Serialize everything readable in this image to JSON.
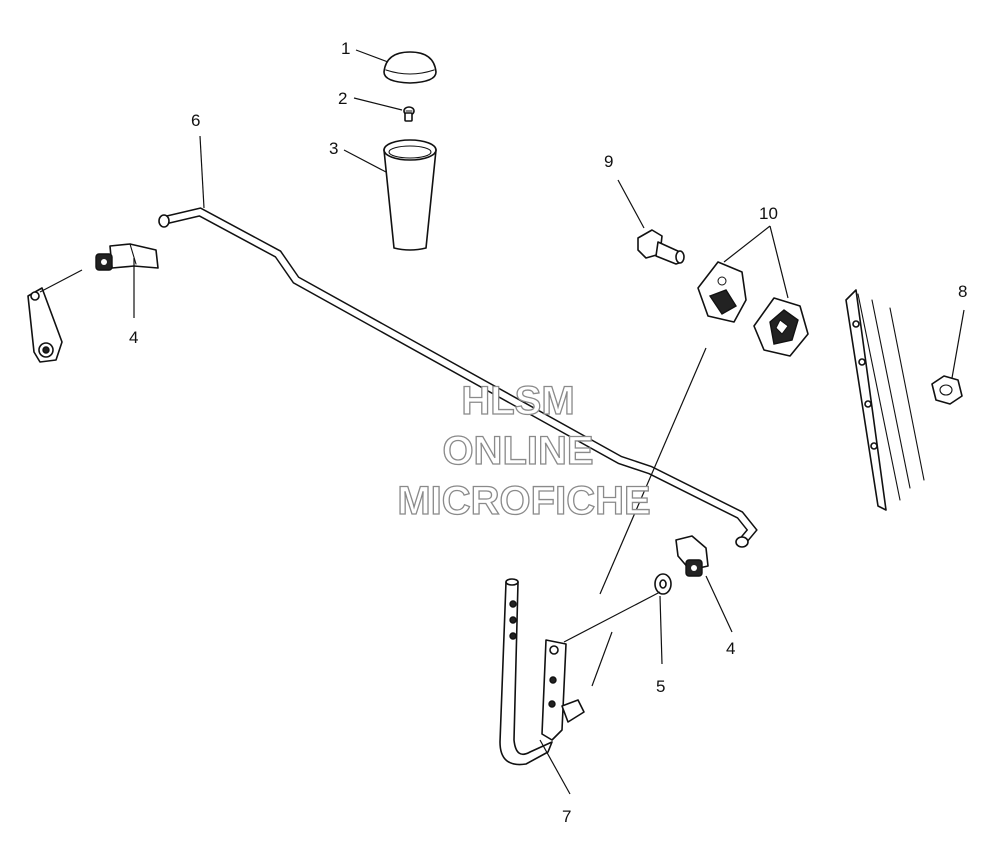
{
  "diagram": {
    "callouts": {
      "c1": "1",
      "c2": "2",
      "c3": "3",
      "c4a": "4",
      "c4b": "4",
      "c5": "5",
      "c6": "6",
      "c7": "7",
      "c8": "8",
      "c9": "9",
      "c10": "10"
    },
    "watermark": {
      "line1": "HLSM",
      "line2": "ONLINE",
      "line3": "MICROFICHE"
    }
  }
}
